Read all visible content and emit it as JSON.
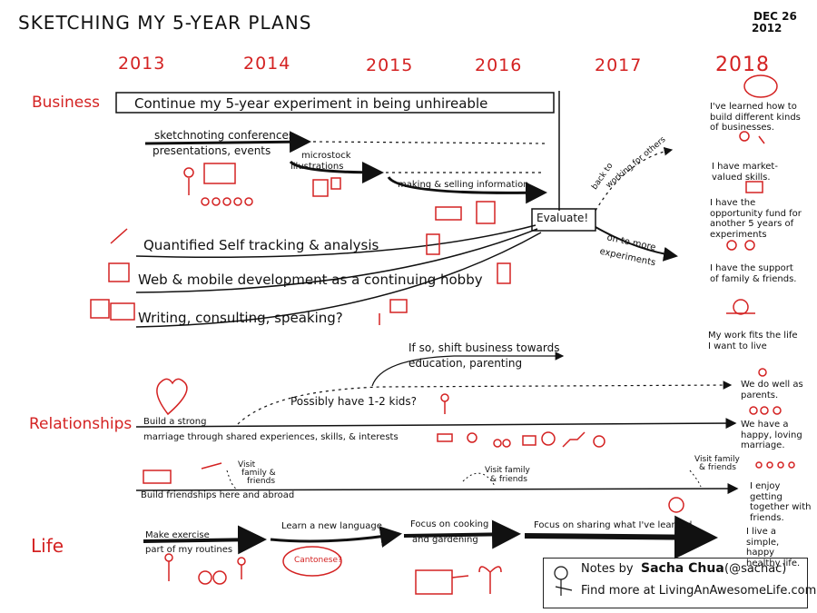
{
  "title": "SKETCHING MY 5-YEAR PLANS",
  "date": {
    "line1": "DEC 26",
    "line2": "2012"
  },
  "years": [
    "2013",
    "2014",
    "2015",
    "2016",
    "2017",
    "2018"
  ],
  "sections": {
    "business": "Business",
    "relationships": "Relationships",
    "life": "Life"
  },
  "business": {
    "main": "Continue my 5-year experiment in being unhireable",
    "sketch_a": "sketchnoting conferences",
    "sketch_b": "presentations, events",
    "microstock_a": "microstock",
    "microstock_b": "illustrations",
    "making": "making & selling information",
    "qs": "Quantified Self tracking & analysis",
    "web": "Web & mobile development as a continuing hobby",
    "writing": "Writing, consulting, speaking?",
    "evaluate": "Evaluate!",
    "back_a": "back to",
    "back_b": "working for others",
    "on_a": "on to more",
    "on_b": "experiments",
    "ifso_a": "If so, shift business towards",
    "ifso_b": "education, parenting"
  },
  "relationships": {
    "kids": "Possibly have 1-2 kids?",
    "marriage_a": "Build a strong",
    "marriage_b": "marriage through shared experiences, skills, & interests",
    "visit1_a": "Visit",
    "visit1_b": "family &",
    "visit1_c": "friends",
    "visit2_a": "Visit family",
    "visit2_b": "& friends",
    "visit3_a": "Visit family",
    "visit3_b": "& friends",
    "friends": "Build friendships here and abroad"
  },
  "life": {
    "exercise_a": "Make exercise",
    "exercise_b": "part of my routines",
    "language": "Learn a new language",
    "cantonese": "Cantonese?",
    "cooking_a": "Focus on cooking",
    "cooking_b": "and gardening",
    "sharing": "Focus on sharing what I've learned"
  },
  "outcomes": [
    "I've learned how to build different kinds of businesses.",
    "I have market-valued skills.",
    "I have the opportunity fund for another 5 years of experiments",
    "I have the support of family & friends.",
    "My work fits the life I want to live",
    "We do well as parents.",
    "We have a happy, loving marriage.",
    "I enjoy getting together with friends.",
    "I live a simple, happy healthy life."
  ],
  "credit": {
    "line1_prefix": "Notes by",
    "name": "Sacha Chua",
    "handle": "(@sachac)",
    "line2": "Find more at LivingAnAwesomeLife.com!"
  },
  "colors": {
    "accent": "#d42222",
    "ink": "#111111"
  }
}
